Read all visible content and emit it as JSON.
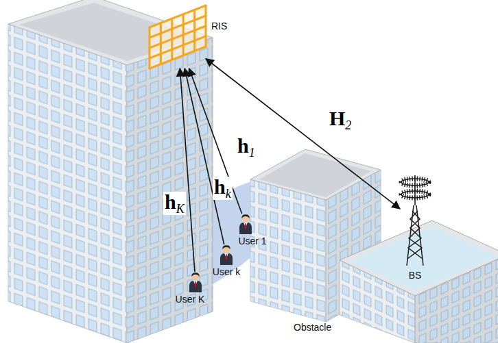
{
  "diagram": {
    "nodes": [
      {
        "text": [
          "RIS"
        ]
      },
      {
        "text": [
          "User 1"
        ]
      },
      {
        "text": [
          "User k"
        ]
      },
      {
        "text": [
          "User K"
        ]
      },
      {
        "text": [
          "BS"
        ]
      }
    ],
    "edges": [
      {
        "from": 3,
        "to": 0,
        "arrow": "to",
        "label": "hK"
      },
      {
        "from": 2,
        "to": 0,
        "arrow": "to",
        "label": "hk"
      },
      {
        "from": 1,
        "to": 0,
        "arrow": "to",
        "label": "h1"
      },
      {
        "from": 0,
        "to": 4,
        "arrow": "both",
        "label": "H2"
      }
    ],
    "labels": [
      "Obstacle"
    ]
  }
}
